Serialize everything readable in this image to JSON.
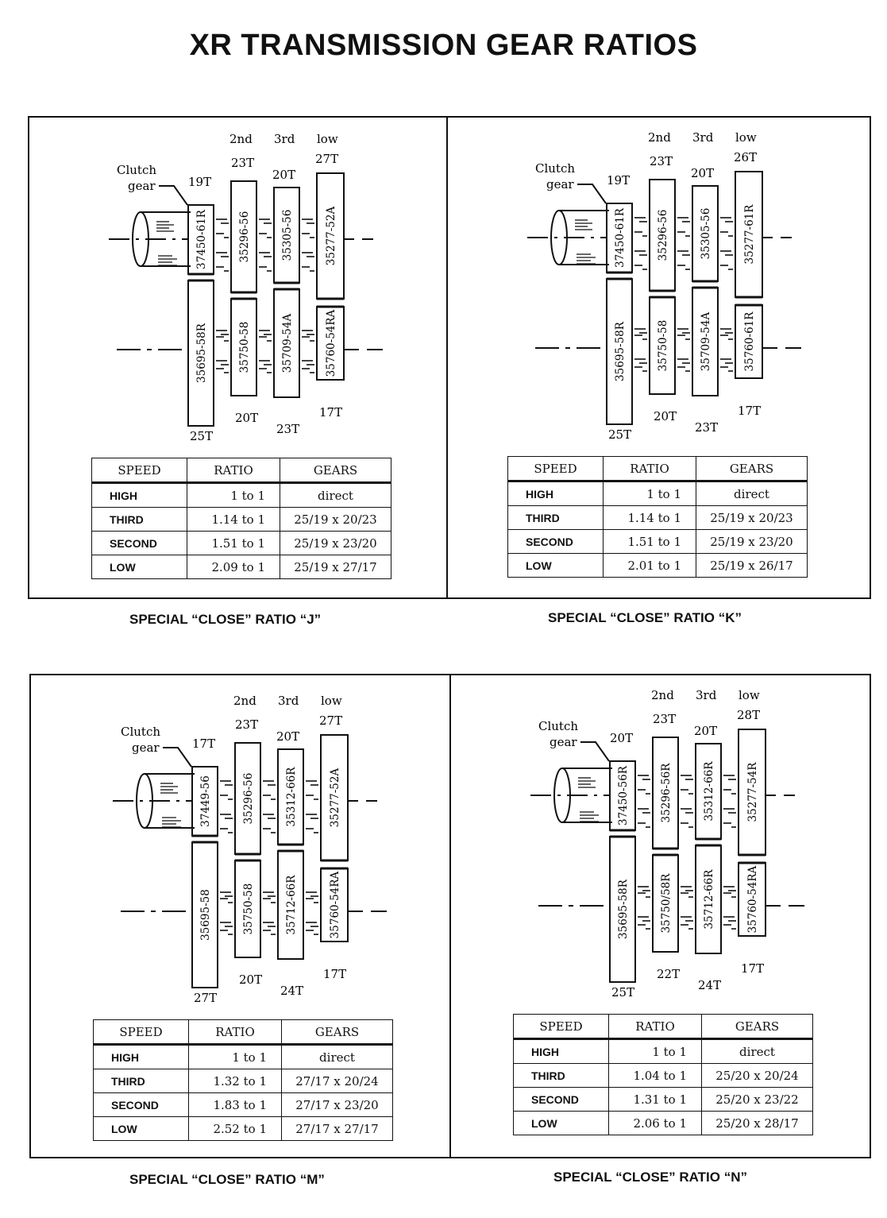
{
  "title": "XR TRANSMISSION GEAR RATIOS",
  "labels": {
    "clutch": "Clutch",
    "gear": "gear",
    "col2": "2nd",
    "col3": "3rd",
    "col4": "low"
  },
  "table_headers": {
    "speed": "SPEED",
    "ratio": "RATIO",
    "gears": "GEARS"
  },
  "panels": [
    {
      "caption": "SPECIAL “CLOSE” RATIO “J”",
      "teeth_top": [
        "19T",
        "23T",
        "20T",
        "27T"
      ],
      "teeth_bottom": [
        "25T",
        "20T",
        "23T",
        "17T"
      ],
      "parts_top": [
        "37450-61R",
        "35296-56",
        "35305-56",
        "35277-52A"
      ],
      "parts_bottom": [
        "35695-58R",
        "35750-58",
        "35709-54A",
        "35760-54RA"
      ],
      "rows": [
        {
          "speed": "HIGH",
          "ratio": "1  to  1",
          "gears": "direct"
        },
        {
          "speed": "THIRD",
          "ratio": "1.14  to  1",
          "gears": "25/19 x 20/23"
        },
        {
          "speed": "SECOND",
          "ratio": "1.51  to  1",
          "gears": "25/19 x 23/20"
        },
        {
          "speed": "LOW",
          "ratio": "2.09  to  1",
          "gears": "25/19  x 27/17"
        }
      ]
    },
    {
      "caption": "SPECIAL “CLOSE” RATIO “K”",
      "teeth_top": [
        "19T",
        "23T",
        "20T",
        "26T"
      ],
      "teeth_bottom": [
        "25T",
        "20T",
        "23T",
        "17T"
      ],
      "parts_top": [
        "37450-61R",
        "35296-56",
        "35305-56",
        "35277-61R"
      ],
      "parts_bottom": [
        "35695-58R",
        "35750-58",
        "35709-54A",
        "35760-61R"
      ],
      "rows": [
        {
          "speed": "HIGH",
          "ratio": "1  to  1",
          "gears": "direct"
        },
        {
          "speed": "THIRD",
          "ratio": "1.14  to  1",
          "gears": "25/19 x 20/23"
        },
        {
          "speed": "SECOND",
          "ratio": "1.51  to  1",
          "gears": "25/19 x 23/20"
        },
        {
          "speed": "LOW",
          "ratio": "2.01  to  1",
          "gears": "25/19 x 26/17"
        }
      ]
    },
    {
      "caption": "SPECIAL “CLOSE” RATIO “M”",
      "teeth_top": [
        "17T",
        "23T",
        "20T",
        "27T"
      ],
      "teeth_bottom": [
        "27T",
        "20T",
        "24T",
        "17T"
      ],
      "parts_top": [
        "37449-56",
        "35296-56",
        "35312-66R",
        "35277-52A"
      ],
      "parts_bottom": [
        "35695-58",
        "35750-58",
        "35712-66R",
        "35760-54RA"
      ],
      "rows": [
        {
          "speed": "HIGH",
          "ratio": "1  to  1",
          "gears": "direct"
        },
        {
          "speed": "THIRD",
          "ratio": "1.32  to  1",
          "gears": "27/17 x 20/24"
        },
        {
          "speed": "SECOND",
          "ratio": "1.83  to  1",
          "gears": "27/17 x 23/20"
        },
        {
          "speed": "LOW",
          "ratio": "2.52  to  1",
          "gears": "27/17 x 27/17"
        }
      ]
    },
    {
      "caption": "SPECIAL “CLOSE” RATIO “N”",
      "teeth_top": [
        "20T",
        "23T",
        "20T",
        "28T"
      ],
      "teeth_bottom": [
        "25T",
        "22T",
        "24T",
        "17T"
      ],
      "parts_top": [
        "37450-56R",
        "35296-56R",
        "35312-66R",
        "35277-54R"
      ],
      "parts_bottom": [
        "35695-58R",
        "35750/58R",
        "35712-66R",
        "35760-54RA"
      ],
      "rows": [
        {
          "speed": "HIGH",
          "ratio": "1  to  1",
          "gears": "direct"
        },
        {
          "speed": "THIRD",
          "ratio": "1.04  to  1",
          "gears": "25/20 x 20/24"
        },
        {
          "speed": "SECOND",
          "ratio": "1.31  to  1",
          "gears": "25/20 x 23/22"
        },
        {
          "speed": "LOW",
          "ratio": "2.06  to  1",
          "gears": "25/20 x 28/17"
        }
      ]
    }
  ]
}
